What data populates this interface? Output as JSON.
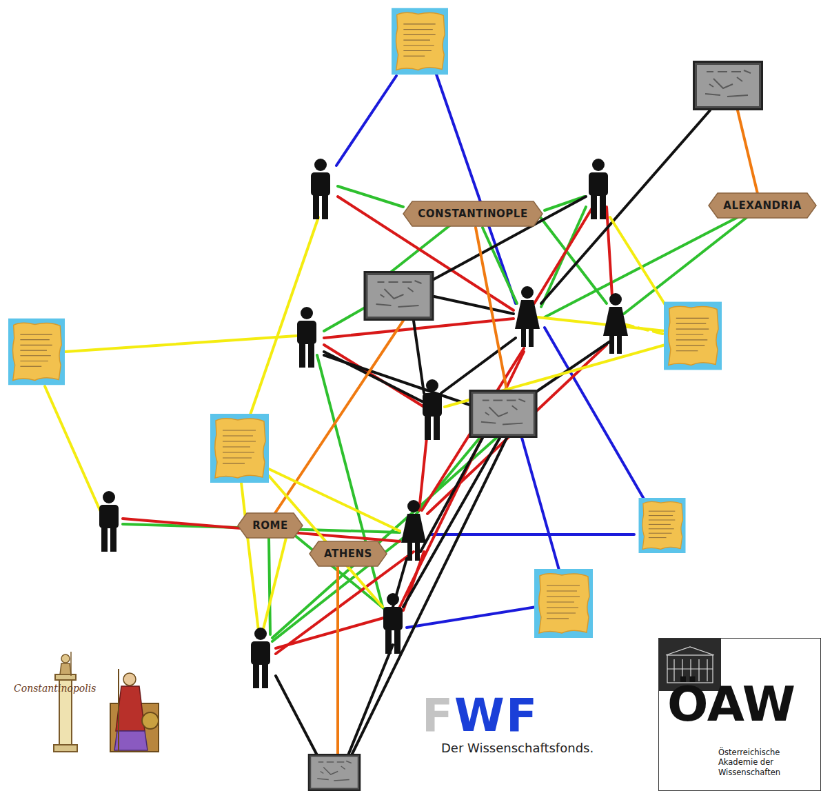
{
  "diagram": {
    "nodes": [
      {
        "text": [
          "CONSTANTINOPLE"
        ]
      },
      {
        "text": [
          "ALEXANDRIA"
        ]
      },
      {
        "text": [
          "ROME"
        ]
      },
      {
        "text": [
          "ATHENS"
        ]
      },
      {
        "text": [
          "ÖAW",
          "Österreichische Akademie der Wissenschaften"
        ]
      }
    ],
    "labels": [
      "FWF",
      "Der Wissenschaftsfonds.",
      "Constantinopolis"
    ]
  }
}
